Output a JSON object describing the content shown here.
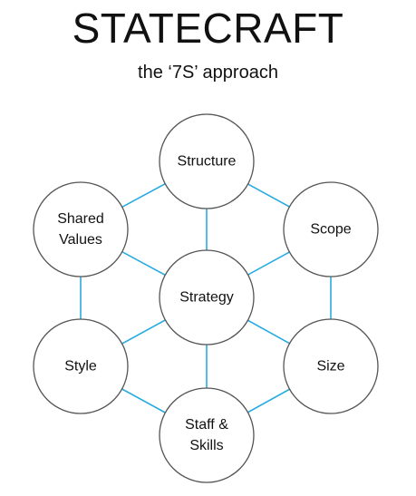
{
  "title": "STATECRAFT",
  "subtitle": "the ‘7S’ approach",
  "colors": {
    "connector": "#29abe2",
    "node_stroke": "#555555",
    "node_fill": "#ffffff",
    "text": "#111111"
  },
  "nodes": [
    {
      "id": "structure",
      "lines": [
        "Structure"
      ]
    },
    {
      "id": "shared-values",
      "lines": [
        "Shared",
        "Values"
      ]
    },
    {
      "id": "scope",
      "lines": [
        "Scope"
      ]
    },
    {
      "id": "strategy",
      "lines": [
        "Strategy"
      ]
    },
    {
      "id": "style",
      "lines": [
        "Style"
      ]
    },
    {
      "id": "size",
      "lines": [
        "Size"
      ]
    },
    {
      "id": "staff-skills",
      "lines": [
        "Staff &",
        "Skills"
      ]
    }
  ],
  "edges": [
    [
      "structure",
      "shared-values"
    ],
    [
      "structure",
      "scope"
    ],
    [
      "structure",
      "strategy"
    ],
    [
      "shared-values",
      "strategy"
    ],
    [
      "scope",
      "strategy"
    ],
    [
      "shared-values",
      "style"
    ],
    [
      "scope",
      "size"
    ],
    [
      "style",
      "strategy"
    ],
    [
      "size",
      "strategy"
    ],
    [
      "staff-skills",
      "strategy"
    ],
    [
      "style",
      "staff-skills"
    ],
    [
      "size",
      "staff-skills"
    ]
  ]
}
